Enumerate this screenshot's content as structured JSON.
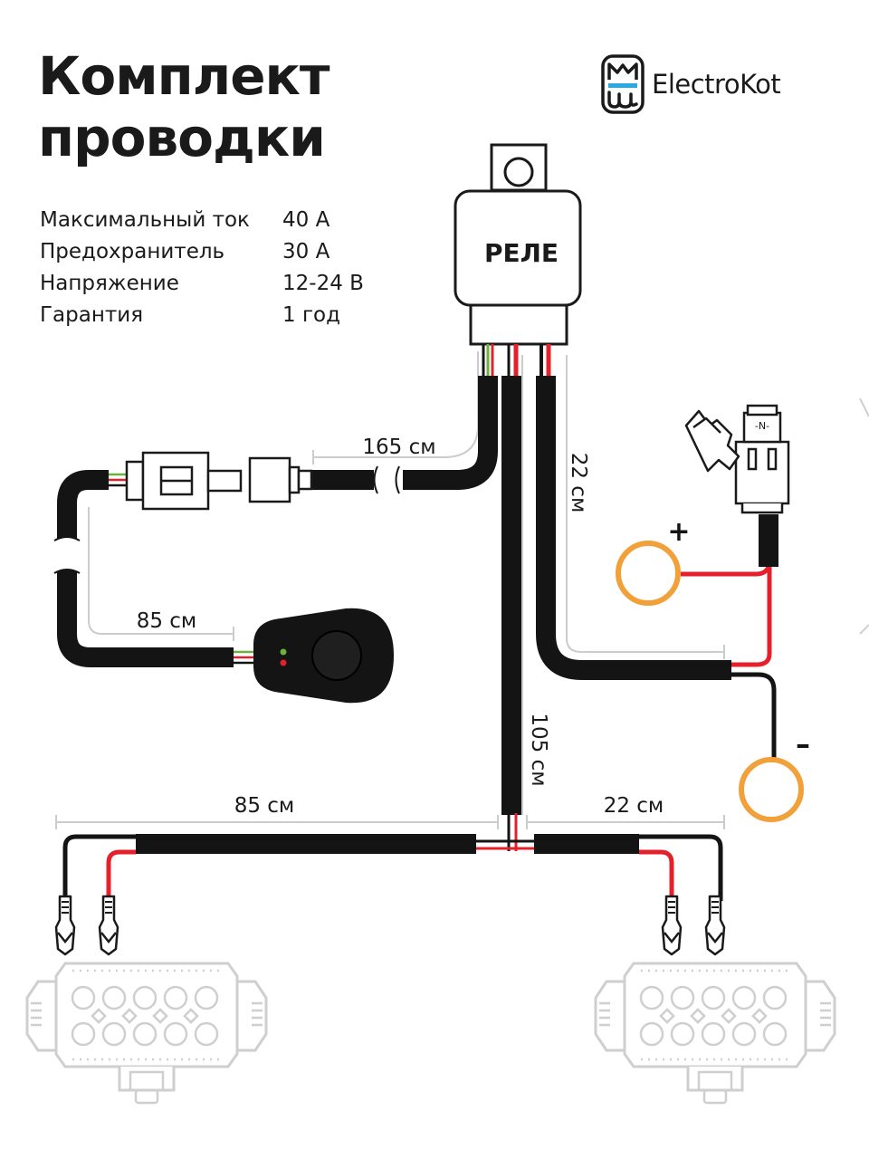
{
  "header": {
    "title_line1": "Комплект",
    "title_line2": "проводки",
    "brand_name": "ElectroKot"
  },
  "specs": [
    {
      "label": "Максимальный ток",
      "value": "40 А"
    },
    {
      "label": "Предохранитель",
      "value": "30 А"
    },
    {
      "label": "Напряжение",
      "value": "12-24 В"
    },
    {
      "label": "Гарантия",
      "value": "1 год"
    }
  ],
  "diagram": {
    "relay_label": "РЕЛЕ",
    "fuse_label": "-N-",
    "plus_sign": "+",
    "minus_sign": "–",
    "dim_switch_long": "165 см",
    "dim_switch_short": "85 см",
    "dim_power": "22 см",
    "dim_trunk": "105 см",
    "dim_left_branch": "85 см",
    "dim_right_branch": "22 см"
  },
  "colors": {
    "wire_black": "#141414",
    "wire_red": "#e5202a",
    "wire_green": "#6bb33e",
    "terminal_ring": "#f2a13a",
    "outline": "#1a1a1a",
    "dimension_line": "#cccccc",
    "lamp_outline": "#cfcfcf",
    "brand_accent": "#29a9e1"
  },
  "icons": {
    "brand": "cat-logo-icon",
    "switch": "rocker-switch-icon",
    "fuse": "blade-fuse-icon",
    "lamp": "led-light-bar-icon"
  }
}
